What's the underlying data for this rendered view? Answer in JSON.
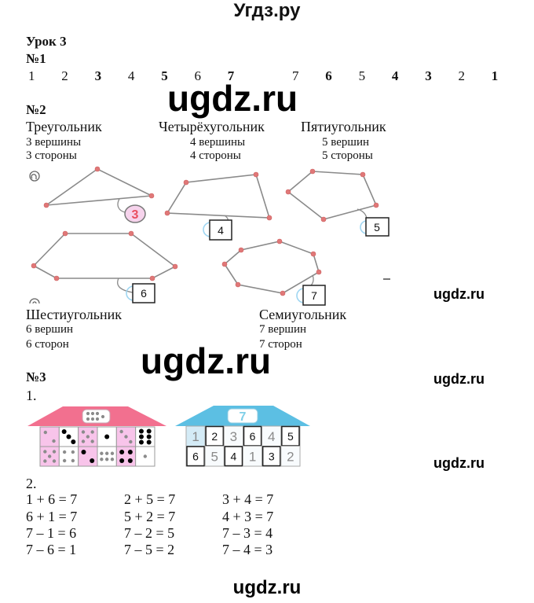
{
  "header": {
    "site_title": "Угдз.ру"
  },
  "lesson_title": "Урок 3",
  "task1": {
    "label": "№1",
    "ascending": [
      {
        "value": "1",
        "bold": false
      },
      {
        "value": "2",
        "bold": false
      },
      {
        "value": "3",
        "bold": true
      },
      {
        "value": "4",
        "bold": false
      },
      {
        "value": "5",
        "bold": true
      },
      {
        "value": "6",
        "bold": false
      },
      {
        "value": "7",
        "bold": true
      }
    ],
    "descending": [
      {
        "value": "7",
        "bold": false
      },
      {
        "value": "6",
        "bold": true
      },
      {
        "value": "5",
        "bold": false
      },
      {
        "value": "4",
        "bold": true
      },
      {
        "value": "3",
        "bold": true
      },
      {
        "value": "2",
        "bold": false
      },
      {
        "value": "1",
        "bold": true
      }
    ]
  },
  "task2": {
    "label": "№2",
    "shapes": [
      {
        "name": "Треугольник",
        "vertices": "3 вершины",
        "sides": "3 стороны",
        "badge": "3"
      },
      {
        "name": "Четырёхугольник",
        "vertices": "4 вершины",
        "sides": "4 стороны",
        "badge": "4"
      },
      {
        "name": "Пятиугольник",
        "vertices": "5 вершин",
        "sides": "5 стороны",
        "badge": "5"
      },
      {
        "name": "Шестиугольник",
        "vertices": "6 вершин",
        "sides": "6 сторон",
        "badge": "6"
      },
      {
        "name": "Семиугольник",
        "vertices": "7 вершин",
        "sides": "7 сторон",
        "badge": "7"
      }
    ]
  },
  "task3": {
    "label": "№3",
    "part1_label": "1.",
    "pink_house": {
      "roof_dots": 7,
      "rows": [
        [
          {
            "dots": 2,
            "dot_color": "gray",
            "bg": "pink"
          },
          {
            "dots": 3,
            "dot_color": "black",
            "bg": "white"
          },
          {
            "dots": 5,
            "dot_color": "gray",
            "bg": "pink"
          },
          {
            "dots": 1,
            "dot_color": "black",
            "bg": "white"
          },
          {
            "dots": 3,
            "dot_color": "gray",
            "bg": "pink"
          },
          {
            "dots": 6,
            "dot_color": "black",
            "bg": "white"
          }
        ],
        [
          {
            "dots": 5,
            "dot_color": "gray",
            "bg": "pink"
          },
          {
            "dots": 4,
            "dot_color": "gray",
            "bg": "white"
          },
          {
            "dots": 2,
            "dot_color": "black",
            "bg": "pink"
          },
          {
            "dots": 6,
            "dot_color": "gray",
            "bg": "white",
            "rotated": true
          },
          {
            "dots": 4,
            "dot_color": "black",
            "bg": "pink"
          },
          {
            "dots": 1,
            "dot_color": "gray",
            "bg": "white"
          }
        ]
      ]
    },
    "blue_house": {
      "roof_label": "7",
      "rows": [
        [
          {
            "value": "1",
            "boxed": false
          },
          {
            "value": "2",
            "boxed": true
          },
          {
            "value": "3",
            "boxed": false
          },
          {
            "value": "6",
            "boxed": true
          },
          {
            "value": "4",
            "boxed": false
          },
          {
            "value": "5",
            "boxed": true
          }
        ],
        [
          {
            "value": "6",
            "boxed": true
          },
          {
            "value": "5",
            "boxed": false
          },
          {
            "value": "4",
            "boxed": true
          },
          {
            "value": "1",
            "boxed": false
          },
          {
            "value": "3",
            "boxed": true
          },
          {
            "value": "2",
            "boxed": false
          }
        ]
      ]
    },
    "part2_label": "2.",
    "equations": [
      [
        "1 + 6 = 7",
        "2 + 5 = 7",
        "3 + 4 = 7"
      ],
      [
        "6 + 1 = 7",
        "5 + 2 = 7",
        "4 + 3 = 7"
      ],
      [
        "7 – 1 = 6",
        "7 – 2 = 5",
        "7 – 3 = 4"
      ],
      [
        "7 – 6 = 1",
        "7 – 5 = 2",
        "7 – 4 = 3"
      ]
    ]
  },
  "watermarks": {
    "large": [
      "ugdz.ru",
      "ugdz.ru"
    ],
    "side": [
      "ugdz.ru",
      "ugdz.ru",
      "ugdz.ru"
    ],
    "footer": "ugdz.ru"
  },
  "colors": {
    "polygon_line": "#8a8a8a",
    "vertex": "#e07878",
    "pink_roof": "#f2708f",
    "pink_cell": "#f8c4ea",
    "blue_roof": "#5cbfe3",
    "blue_cell": "#d4ebf6",
    "badge_fill": "#f6d3ec",
    "badge_text": "#e94d5f",
    "arc_blue": "#9fd6f2",
    "grid": "#9a9a9a"
  }
}
